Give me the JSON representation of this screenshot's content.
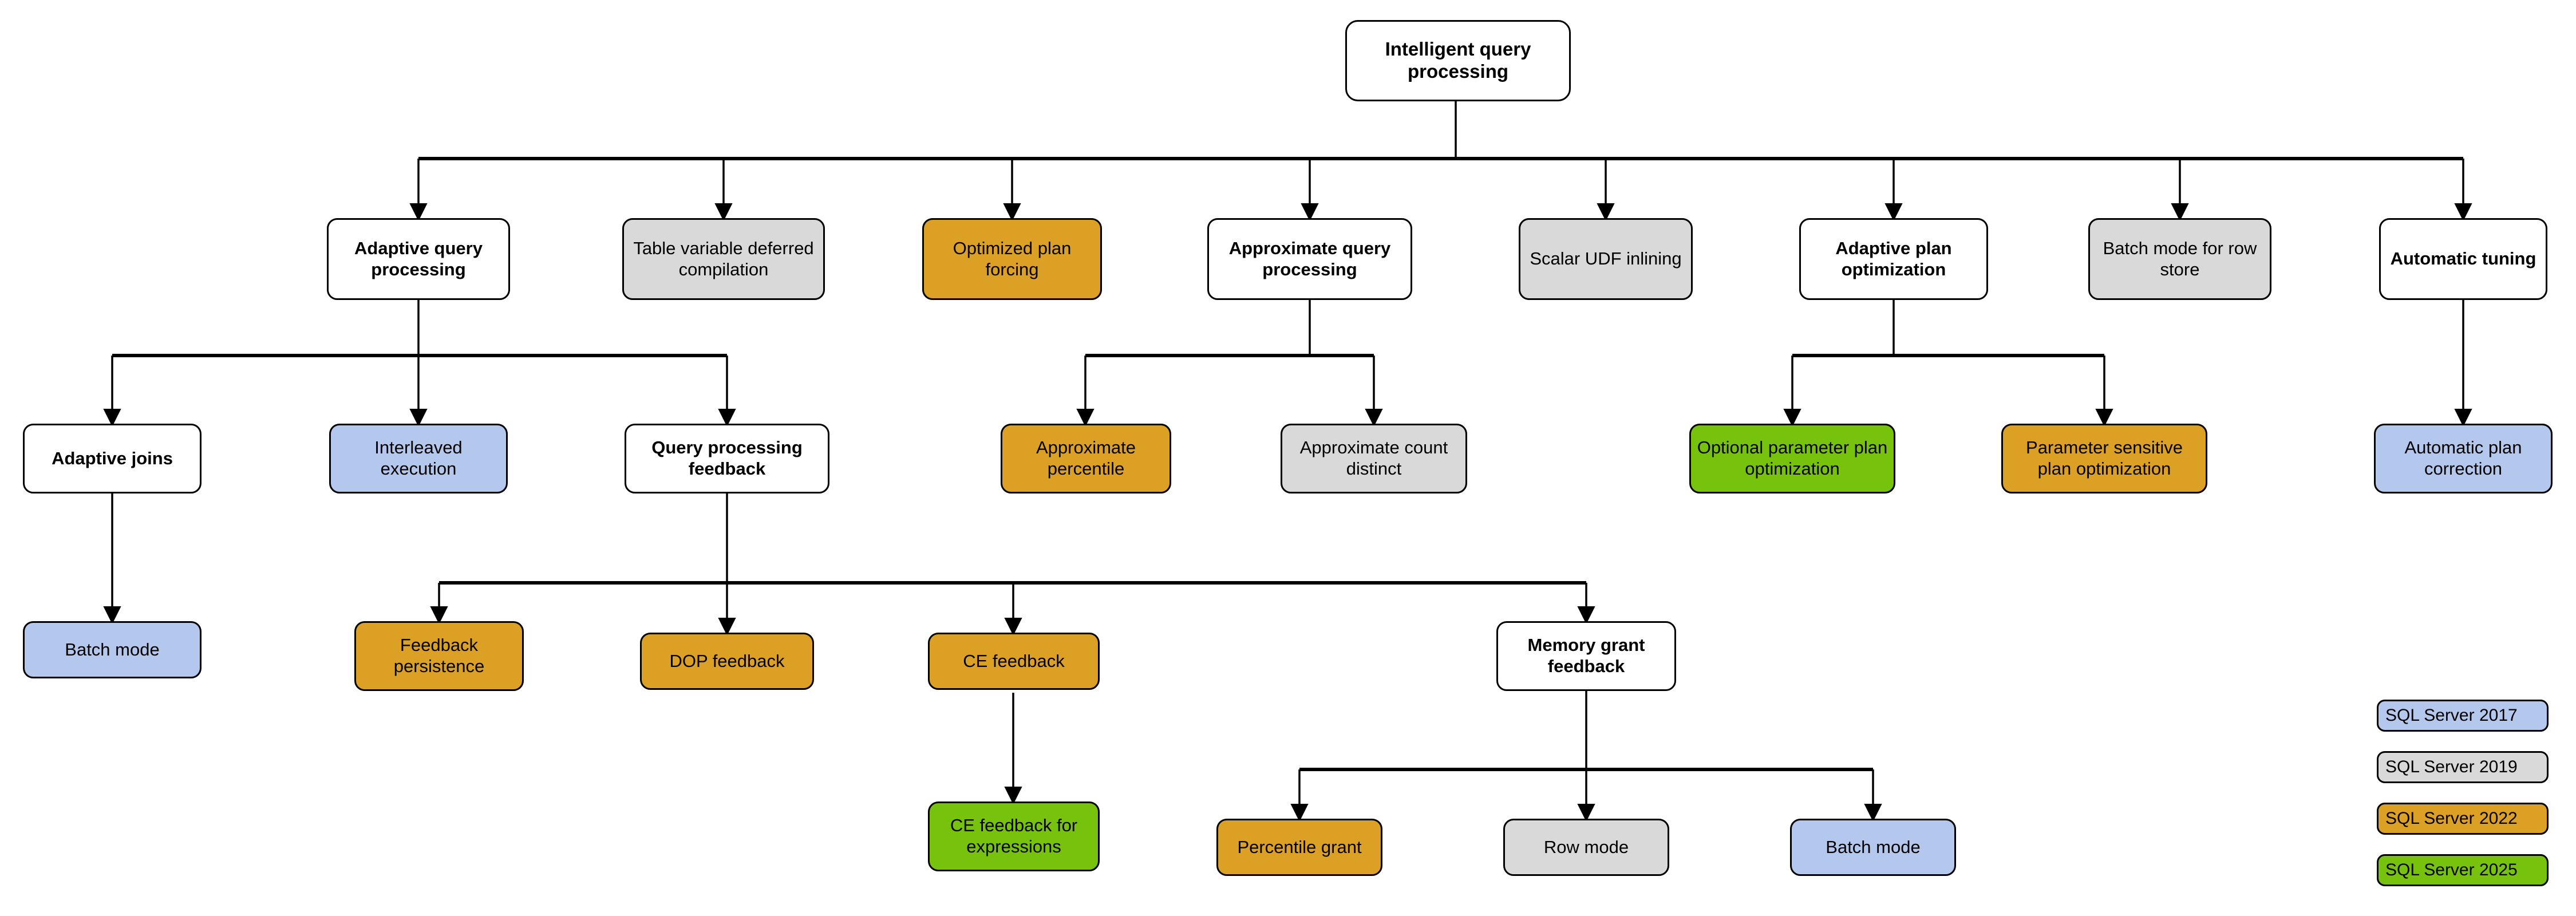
{
  "diagram": {
    "title": "Intelligent query processing",
    "colors": {
      "white": "#ffffff",
      "gray": "#d9d9d9",
      "orange": "#dca024",
      "green": "#76c20d",
      "blue": "#b4c7ec",
      "stroke": "#000000",
      "background": "#ffffff"
    },
    "nodes": {
      "root": {
        "label": "Intelligent query processing",
        "color": "white"
      },
      "adaptive_query_processing": {
        "label": "Adaptive query processing",
        "color": "white"
      },
      "table_variable_deferred_compilation": {
        "label": "Table variable deferred compilation",
        "color": "gray"
      },
      "optimized_plan_forcing": {
        "label": "Optimized plan forcing",
        "color": "orange"
      },
      "approximate_query_processing": {
        "label": "Approximate query processing",
        "color": "white"
      },
      "scalar_udf_inlining": {
        "label": "Scalar UDF inlining",
        "color": "gray"
      },
      "adaptive_plan_optimization": {
        "label": "Adaptive plan optimization",
        "color": "white"
      },
      "batch_mode_for_row_store": {
        "label": "Batch mode for row store",
        "color": "gray"
      },
      "automatic_tuning": {
        "label": "Automatic tuning",
        "color": "white"
      },
      "adaptive_joins": {
        "label": "Adaptive joins",
        "color": "white"
      },
      "interleaved_execution": {
        "label": "Interleaved execution",
        "color": "blue"
      },
      "query_processing_feedback": {
        "label": "Query processing feedback",
        "color": "white"
      },
      "approximate_percentile": {
        "label": "Approximate percentile",
        "color": "orange"
      },
      "approximate_count_distinct": {
        "label": "Approximate count distinct",
        "color": "gray"
      },
      "optional_parameter_plan_optimization": {
        "label": "Optional parameter plan optimization",
        "color": "green"
      },
      "parameter_sensitive_plan_optimization": {
        "label": "Parameter sensitive plan optimization",
        "color": "orange"
      },
      "automatic_plan_correction": {
        "label": "Automatic plan correction",
        "color": "blue"
      },
      "batch_mode_adaptive_joins": {
        "label": "Batch mode",
        "color": "blue"
      },
      "feedback_persistence": {
        "label": "Feedback persistence",
        "color": "orange"
      },
      "dop_feedback": {
        "label": "DOP feedback",
        "color": "orange"
      },
      "ce_feedback": {
        "label": "CE feedback",
        "color": "orange"
      },
      "memory_grant_feedback": {
        "label": "Memory grant feedback",
        "color": "white"
      },
      "ce_feedback_for_expressions": {
        "label": "CE feedback for expressions",
        "color": "green"
      },
      "percentile_grant": {
        "label": "Percentile grant",
        "color": "orange"
      },
      "row_mode": {
        "label": "Row mode",
        "color": "gray"
      },
      "batch_mode_memory_grant": {
        "label": "Batch mode",
        "color": "blue"
      }
    },
    "edges": [
      {
        "from": "root",
        "to": "adaptive_query_processing"
      },
      {
        "from": "root",
        "to": "table_variable_deferred_compilation"
      },
      {
        "from": "root",
        "to": "optimized_plan_forcing"
      },
      {
        "from": "root",
        "to": "approximate_query_processing"
      },
      {
        "from": "root",
        "to": "scalar_udf_inlining"
      },
      {
        "from": "root",
        "to": "adaptive_plan_optimization"
      },
      {
        "from": "root",
        "to": "batch_mode_for_row_store"
      },
      {
        "from": "root",
        "to": "automatic_tuning"
      },
      {
        "from": "adaptive_query_processing",
        "to": "adaptive_joins"
      },
      {
        "from": "adaptive_query_processing",
        "to": "interleaved_execution"
      },
      {
        "from": "adaptive_query_processing",
        "to": "query_processing_feedback"
      },
      {
        "from": "approximate_query_processing",
        "to": "approximate_percentile"
      },
      {
        "from": "approximate_query_processing",
        "to": "approximate_count_distinct"
      },
      {
        "from": "adaptive_plan_optimization",
        "to": "optional_parameter_plan_optimization"
      },
      {
        "from": "adaptive_plan_optimization",
        "to": "parameter_sensitive_plan_optimization"
      },
      {
        "from": "automatic_tuning",
        "to": "automatic_plan_correction"
      },
      {
        "from": "adaptive_joins",
        "to": "batch_mode_adaptive_joins"
      },
      {
        "from": "query_processing_feedback",
        "to": "feedback_persistence"
      },
      {
        "from": "query_processing_feedback",
        "to": "dop_feedback"
      },
      {
        "from": "query_processing_feedback",
        "to": "ce_feedback"
      },
      {
        "from": "query_processing_feedback",
        "to": "memory_grant_feedback"
      },
      {
        "from": "ce_feedback",
        "to": "ce_feedback_for_expressions"
      },
      {
        "from": "memory_grant_feedback",
        "to": "percentile_grant"
      },
      {
        "from": "memory_grant_feedback",
        "to": "row_mode"
      },
      {
        "from": "memory_grant_feedback",
        "to": "batch_mode_memory_grant"
      }
    ],
    "legend": {
      "items": [
        {
          "label": "SQL Server 2017",
          "color": "blue"
        },
        {
          "label": "SQL Server 2019",
          "color": "gray"
        },
        {
          "label": "SQL Server 2022",
          "color": "orange"
        },
        {
          "label": "SQL Server 2025",
          "color": "green"
        }
      ]
    }
  }
}
